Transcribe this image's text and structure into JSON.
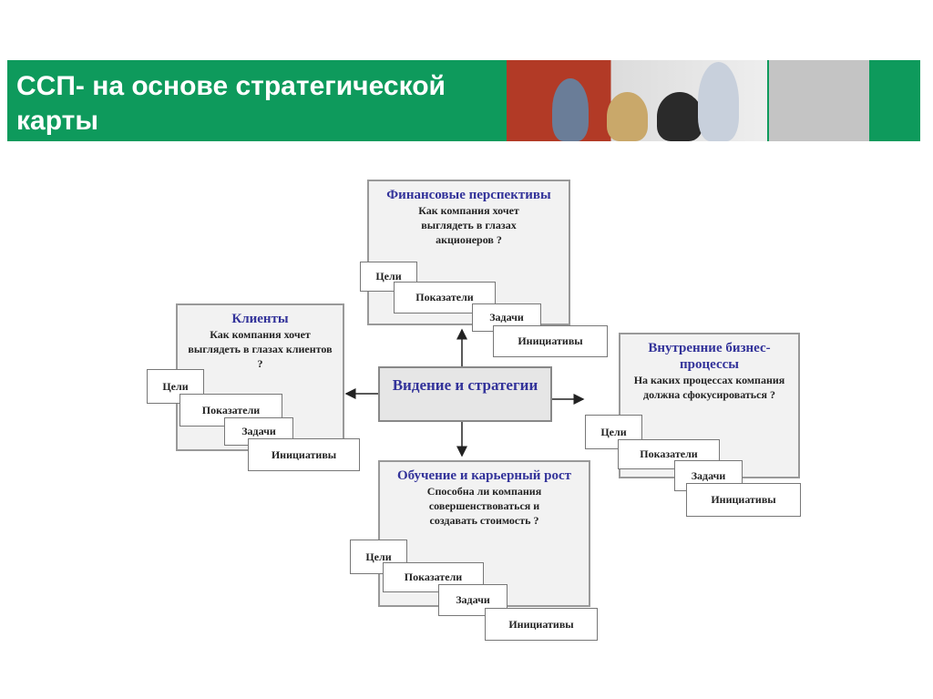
{
  "header": {
    "title": "ССП- на основе стратегической карты"
  },
  "center": {
    "label": "Видение и стратегии"
  },
  "perspectives": {
    "financial": {
      "title": "Финансовые перспективы",
      "question": "Как компания хочет выглядеть в глазах акционеров ?"
    },
    "clients": {
      "title": "Клиенты",
      "question": "Как компания хочет выглядеть в глазах клиентов ?"
    },
    "internal": {
      "title": "Внутренние бизнес-процессы",
      "question": "На каких процессах компания должна сфокусироваться ?"
    },
    "learning": {
      "title": "Обучение и карьерный рост",
      "question": "Способна ли компания совершенствоваться и создавать стоимость ?"
    }
  },
  "cards": {
    "goals": "Цели",
    "indicators": "Показатели",
    "tasks": "Задачи",
    "initiatives": "Инициативы"
  }
}
